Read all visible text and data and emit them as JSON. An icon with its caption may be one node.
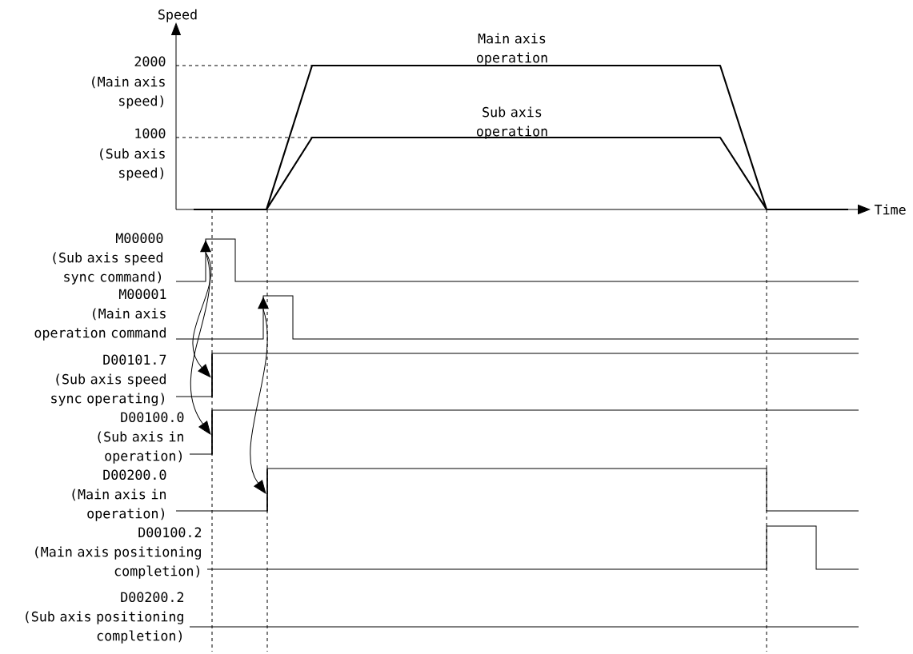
{
  "diagram": {
    "nodes": [
      {
        "text": [],
        "shape": "triangle"
      },
      {
        "text": [],
        "shape": "triangle"
      },
      {
        "text": [],
        "shape": "bar"
      },
      {
        "text": [],
        "shape": "bar"
      },
      {
        "text": [],
        "shape": "bar"
      }
    ],
    "edges": [
      {
        "from": 0,
        "to": 2,
        "arrow": "to"
      },
      {
        "from": 0,
        "to": 3,
        "arrow": "to"
      },
      {
        "from": 1,
        "to": 4,
        "arrow": "to"
      }
    ],
    "labels": [
      "Speed",
      "Main axis operation",
      "2000",
      "(Main axis speed)",
      "Sub axis operation",
      "1000",
      "(Sub axis speed)",
      "Time",
      "M00000",
      "(Sub axis speed sync command)",
      "M00001",
      "(Main axis operation command",
      "D00101.7",
      "(Sub axis speed sync operating)",
      "D00100.0",
      "(Sub axis in operation)",
      "D00200.0",
      "(Main axis in operation)",
      "D00100.2",
      "(Main axis positioning completion)",
      "D00200.2",
      "(Sub axis positioning completion)"
    ]
  }
}
